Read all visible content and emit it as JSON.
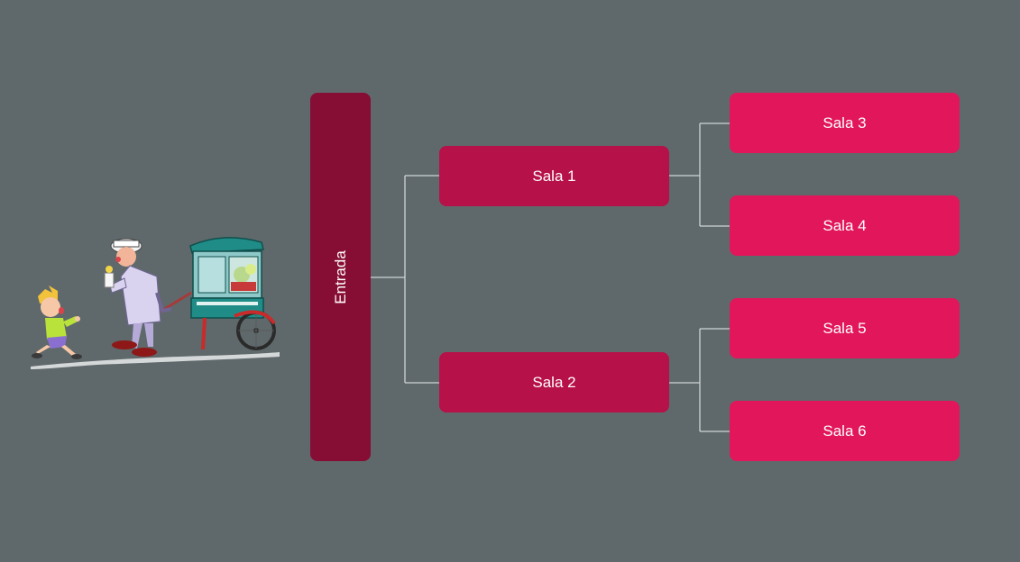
{
  "colors": {
    "background": "#5f696b",
    "entry": "#860d34",
    "level1": "#b61148",
    "level2": "#e2165a",
    "connector": "#cfd4d5"
  },
  "illustration": {
    "icon": "popcorn-vendor-illustration"
  },
  "diagram": {
    "entry": {
      "label": "Entrada"
    },
    "level1": [
      {
        "label": "Sala 1"
      },
      {
        "label": "Sala 2"
      }
    ],
    "level2": [
      {
        "label": "Sala 3"
      },
      {
        "label": "Sala 4"
      },
      {
        "label": "Sala 5"
      },
      {
        "label": "Sala 6"
      }
    ]
  }
}
